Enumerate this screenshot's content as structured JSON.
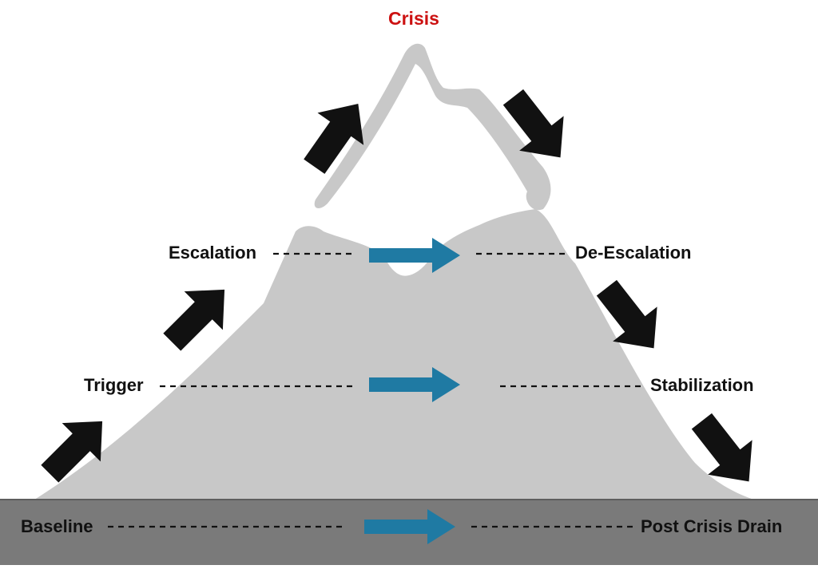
{
  "title": "Crisis",
  "stages": {
    "baseline": "Baseline",
    "trigger": "Trigger",
    "escalation": "Escalation",
    "crisis": "Crisis",
    "de_escalation": "De-Escalation",
    "stabilization": "Stabilization",
    "post_crisis_drain": "Post Crisis Drain"
  },
  "colors": {
    "crisis_text": "#cc1111",
    "mountain": "#c8c8c8",
    "ground": "#7a7a7a",
    "arrow_up_down": "#111111",
    "arrow_flow": "#1f7aa3"
  }
}
